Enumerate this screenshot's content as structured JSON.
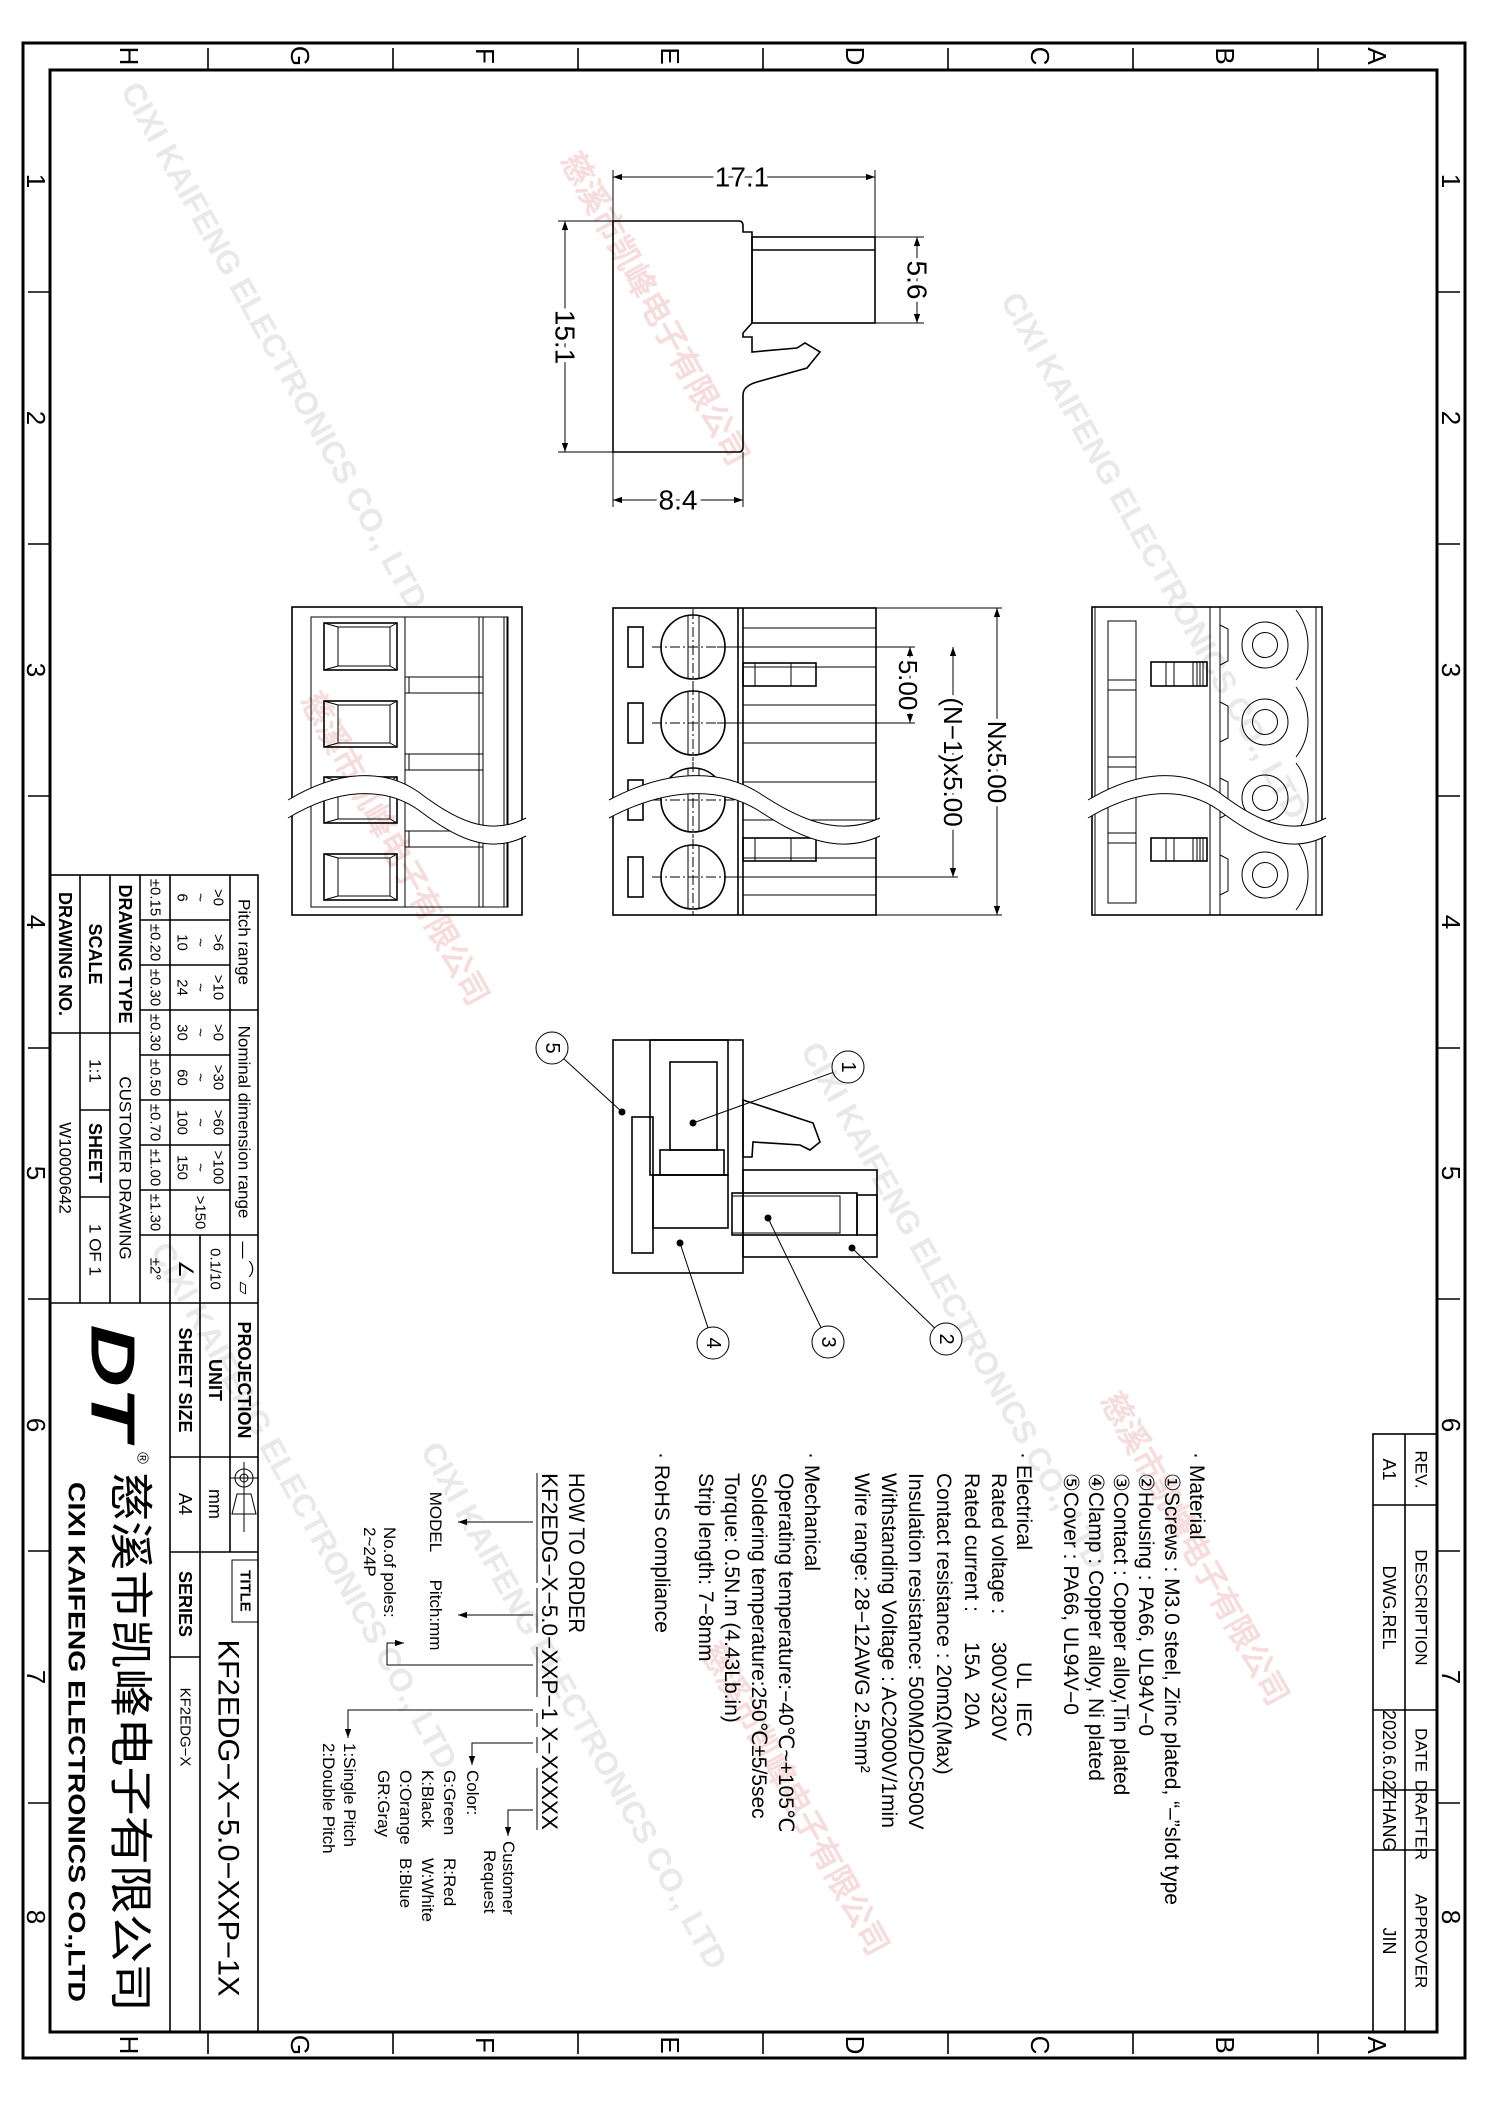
{
  "sheet": {
    "row_labels": [
      "1",
      "2",
      "3",
      "4",
      "5",
      "6",
      "7",
      "8"
    ],
    "col_labels": [
      "A",
      "B",
      "C",
      "D",
      "E",
      "F",
      "G",
      "H"
    ]
  },
  "views": {
    "side": {
      "dims": {
        "length": "17.1",
        "height": "15.1",
        "plug_height": "5.6",
        "body_depth": "8.4"
      }
    },
    "front": {
      "dims": {
        "total": "Nx5.00",
        "span": "(N−1)x5.00",
        "pitch": "5.00"
      }
    },
    "section": {
      "callouts": [
        "1",
        "2",
        "3",
        "4",
        "5"
      ]
    }
  },
  "revision": {
    "headers": [
      "REV.",
      "DESCRIPTION",
      "DATE",
      "DRAFTER",
      "APPROVER"
    ],
    "rows": [
      [
        "A1",
        "DWG.REL",
        "2020.6.02",
        "ZHANG",
        "JIN"
      ]
    ]
  },
  "specs": {
    "material": {
      "title": "· Material",
      "items": [
        "①Screws : M3.0 steel, Zinc plated, “–”slot type",
        "②Housing : PA66, UL94V−0",
        "③Contact : Copper alloy,Tin plated",
        "④Clamp : Copper alloy, Ni plated",
        "⑤Cover : PA66, UL94V−0"
      ]
    },
    "electrical": {
      "title": "· Electrical",
      "ul": "UL",
      "iec": "IEC",
      "rows": [
        {
          "label": "Rated voltage :",
          "ul": "300V",
          "iec": "320V"
        },
        {
          "label": "Rated current :",
          "ul": "15A",
          "iec": "20A"
        }
      ],
      "items": [
        "Contact resistance : 20mΩ(Max)",
        "Insulation resistance: 500MΩ/DC500V",
        "Withstanding Voltage : AC2000V/1min",
        "Wire range: 28−12AWG   2.5mm²"
      ]
    },
    "mechanical": {
      "title": "· Mechanical",
      "items": [
        "Operating temperature:−40℃~+105℃",
        "Soldering temperature:250℃±5/5sec",
        "Torque: 0.5N.m (4.43Lb.in)",
        "Strip length: 7−8mm"
      ]
    },
    "rohs": "· RoHS  compliance"
  },
  "ordering": {
    "heading": "HOW TO ORDER",
    "code": "KF2EDG−X−5.0−XXP−1  X−XXXXX",
    "model": "MODEL",
    "pitch": "Pitch:mm",
    "poles": [
      "No.of poles:",
      "2~24P"
    ],
    "color_title": "Color:",
    "colors": [
      [
        "G:Green",
        "R:Red"
      ],
      [
        "K:Black",
        "W:White"
      ],
      [
        "O:Orange",
        "B:Blue"
      ],
      [
        "GR:Gray",
        ""
      ]
    ],
    "customer": [
      "Customer",
      "Request"
    ],
    "pitch_type": [
      "1:Single Pitch",
      "2:Double Pitch"
    ]
  },
  "title_block": {
    "tolerance": {
      "pitch_header": "Pitch range",
      "nominal_header": "Nominal dimension range",
      "ranges": [
        [
          ">0",
          "~",
          "6"
        ],
        [
          ">6",
          "~",
          "10"
        ],
        [
          ">10",
          "~",
          "24"
        ],
        [
          ">0",
          "~",
          "30"
        ],
        [
          ">30",
          "~",
          "60"
        ],
        [
          ">60",
          "~",
          "100"
        ],
        [
          ">100",
          "~",
          "150"
        ],
        [
          ">150"
        ]
      ],
      "values": [
        "±0.15",
        "±0.20",
        "±0.30",
        "±0.30",
        "±0.50",
        "±0.70",
        "±1.00",
        "±1.30"
      ],
      "geo_symbols": [
        "—",
        "⌒",
        "▱"
      ],
      "flatness": "0.1/10",
      "angle_symbol": "∠",
      "angle_tol": "±2°"
    },
    "drawing_type": {
      "label": "DRAWING TYPE",
      "value": "CUSTOMER DRAWING"
    },
    "scale": {
      "label": "SCALE",
      "value": "1:1"
    },
    "sheet": {
      "label": "SHEET",
      "value": "1 OF 1"
    },
    "drawing_no": {
      "label": "DRAWING NO.",
      "value": "W10000642"
    },
    "projection": {
      "label": "PROJECTION"
    },
    "unit": {
      "label": "UNIT",
      "value": "mm"
    },
    "sheet_size": {
      "label": "SHEET SIZE",
      "value": "A4"
    },
    "title": {
      "label": "TITLE",
      "value": "KF2EDG−X−5.0−XXP−1X"
    },
    "series": {
      "label": "SERIES",
      "value": "KF2EDG−X"
    },
    "company": {
      "logo": "DT",
      "registered": "®",
      "name_cn": "慈溪市凯峰电子有限公司",
      "name_en": "CIXI KAIFENG ELECTRONICS CO.,LTD"
    }
  },
  "watermark": [
    "CIXI KAIFENG ELECTRONICS CO., LTD",
    "慈溪市凯峰电子有限公司"
  ]
}
